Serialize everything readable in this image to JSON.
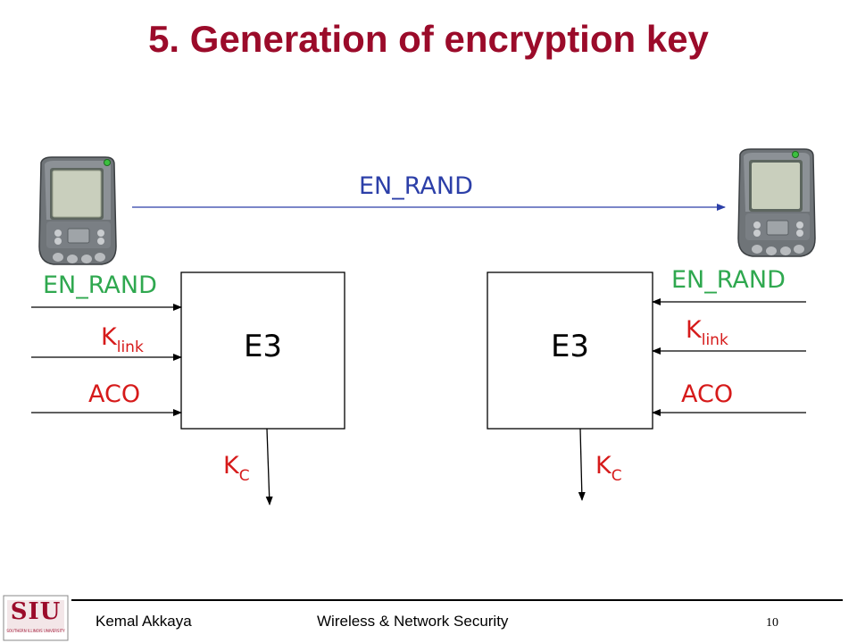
{
  "slide": {
    "title": "5. Generation of encryption key"
  },
  "diagram": {
    "top_arrow_label": "EN_RAND",
    "left": {
      "box_label": "E3",
      "in_en_rand": "EN_RAND",
      "in_klink_main": "K",
      "in_klink_sub": "link",
      "in_aco": "ACO",
      "out_kc_main": "K",
      "out_kc_sub": "C"
    },
    "right": {
      "box_label": "E3",
      "in_en_rand": "EN_RAND",
      "in_klink_main": "K",
      "in_klink_sub": "link",
      "in_aco": "ACO",
      "out_kc_main": "K",
      "out_kc_sub": "C"
    },
    "colors": {
      "title": "#9b0b2a",
      "en_rand_input": "#2fa84f",
      "top_arrow": "#2c3fa8",
      "key_labels": "#d61a1a"
    },
    "device_icon": "pda-device-icon"
  },
  "footer": {
    "author": "Kemal Akkaya",
    "course": "Wireless & Network Security",
    "page": "10",
    "logo_text": "SIU",
    "logo_subtext": "SOUTHERN ILLINOIS UNIVERSITY"
  }
}
